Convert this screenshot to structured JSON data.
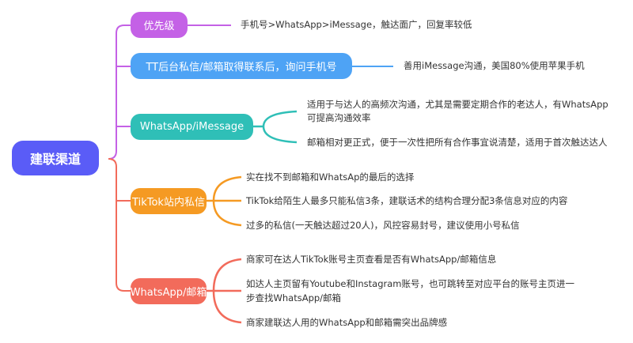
{
  "root": {
    "label": "建联渠道",
    "color": "#5a5cf7"
  },
  "branches": [
    {
      "label": "优先级",
      "color": "#c461e6",
      "leaves": [
        "手机号>WhatsApp>iMessage，触达面广，回复率较低"
      ]
    },
    {
      "label": "TT后台私信/邮箱取得联系后，询问手机号",
      "color": "#4ea3f5",
      "leaves": [
        "善用iMessage沟通，美国80%使用苹果手机"
      ]
    },
    {
      "label": "WhatsApp/iMessage",
      "color": "#2fbfb7",
      "leaves": [
        "适用于与达人的高频次沟通，尤其是需要定期合作的老达人，有WhatsApp",
        "可提高沟通效率",
        "邮箱相对更正式，便于一次性把所有合作事宜说清楚，适用于首次触达达人"
      ]
    },
    {
      "label": "TikTok站内私信",
      "color": "#f59a23",
      "leaves": [
        "实在找不到邮箱和WhatsAp的最后的选择",
        "TikTok给陌生人最多只能私信3条，建联话术的结构合理分配3条信息对应的内容",
        "过多的私信(一天触达超过20人)，风控容易封号，建议使用小号私信"
      ]
    },
    {
      "label": "WhatsApp/邮箱",
      "color": "#f26b5b",
      "leaves": [
        "商家可在达人TikTok账号主页查看是否有WhatsApp/邮箱信息",
        "如达人主页留有Youtube和Instagram账号，也可跳转至对应平台的账号主页进一",
        "步查找WhatsApp/邮箱",
        "商家建联达人用的WhatsApp和邮箱需突出品牌感"
      ]
    }
  ]
}
